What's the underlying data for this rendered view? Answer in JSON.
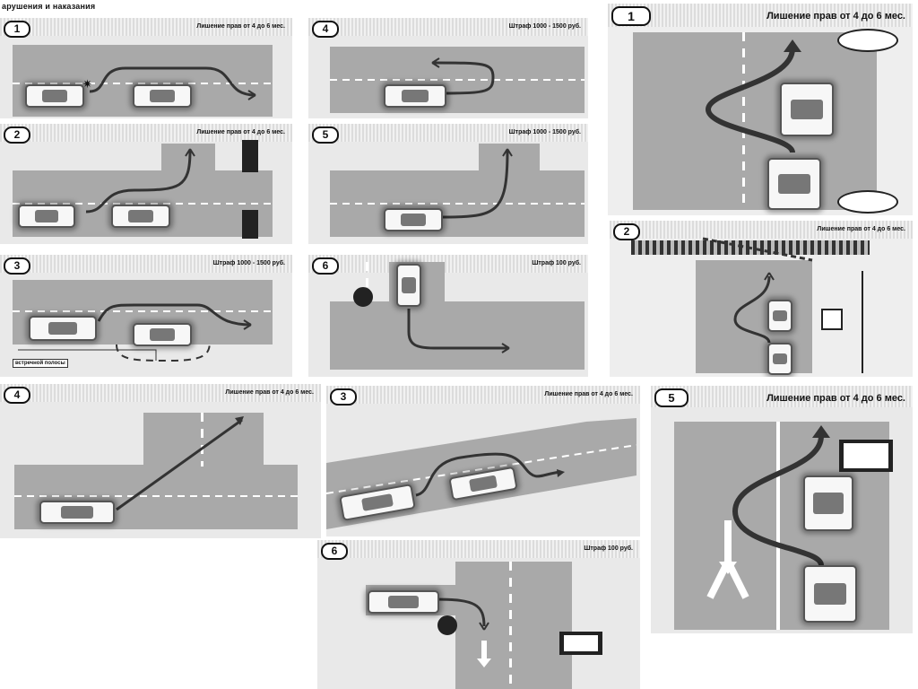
{
  "page": {
    "title": "арушения и наказания"
  },
  "panels": [
    {
      "number": "1",
      "caption": "Лишение прав от 4 до 6 мес."
    },
    {
      "number": "2",
      "caption": "Лишение прав от 4 до 6 мес."
    },
    {
      "number": "3",
      "caption": "Штраф 1000 - 1500 руб."
    },
    {
      "number": "4",
      "caption": "Штраф 1000 - 1500 руб."
    },
    {
      "number": "5",
      "caption": "Штраф 1000 - 1500 руб."
    },
    {
      "number": "6",
      "caption": "Штраф 100 руб."
    },
    {
      "number": "1",
      "caption": "Лишение прав от 4 до 6 мес."
    },
    {
      "number": "2",
      "caption": "Лишение прав от 4 до 6 мес."
    },
    {
      "number": "4",
      "caption": "Лишение прав от 4 до 6 мес."
    },
    {
      "number": "3",
      "caption": "Лишение прав от 4 до 6 мес."
    },
    {
      "number": "5",
      "caption": "Лишение прав от 4 до 6 мес."
    },
    {
      "number": "6",
      "caption": "Штраф 100 руб."
    }
  ],
  "labels": {
    "oncoming_lane": "встречной полосы"
  },
  "colors": {
    "road": "#a9a9a9",
    "panel": "#e9e9e9",
    "path": "#333333",
    "marking": "#ffffff"
  },
  "icons": [
    "no-overtaking-end-sign-icon",
    "overtaking-sign-icon",
    "traffic-light-icon",
    "u-turn-sign-icon",
    "lane-direction-sign-icon",
    "collision-spark-icon"
  ]
}
